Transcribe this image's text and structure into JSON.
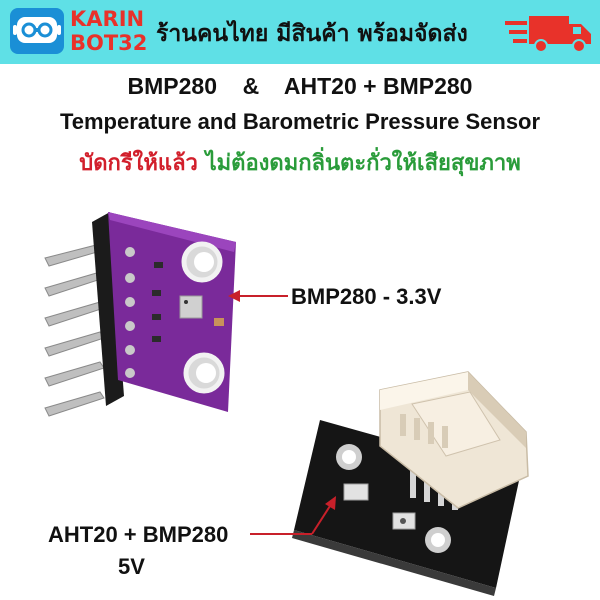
{
  "banner": {
    "brand_line1": "KARIN",
    "brand_line2": "BOT32",
    "shop_text": "ร้านคนไทย มีสินค้า พร้อมจัดส่ง",
    "color_bg": "#5fe0e6",
    "color_brand": "#e8322a"
  },
  "headline": {
    "line1": "BMP280    &    AHT20 + BMP280",
    "line2": "Temperature and Barometric Pressure Sensor",
    "line3_red": "บัดกรีให้แล้ว",
    "line3_green": "ไม่ต้องดมกลิ่นตะกั่วให้เสียสุขภาพ",
    "color_red": "#d21f2b",
    "color_green": "#2a9c3a"
  },
  "labels": {
    "bmp280": "BMP280 - 3.3V",
    "aht20_line1": "AHT20 + BMP280",
    "aht20_line2": "5V"
  },
  "icons": {
    "logo": "robot-face-logo-icon",
    "delivery": "delivery-truck-icon",
    "arrow": "red-arrow-icon"
  }
}
